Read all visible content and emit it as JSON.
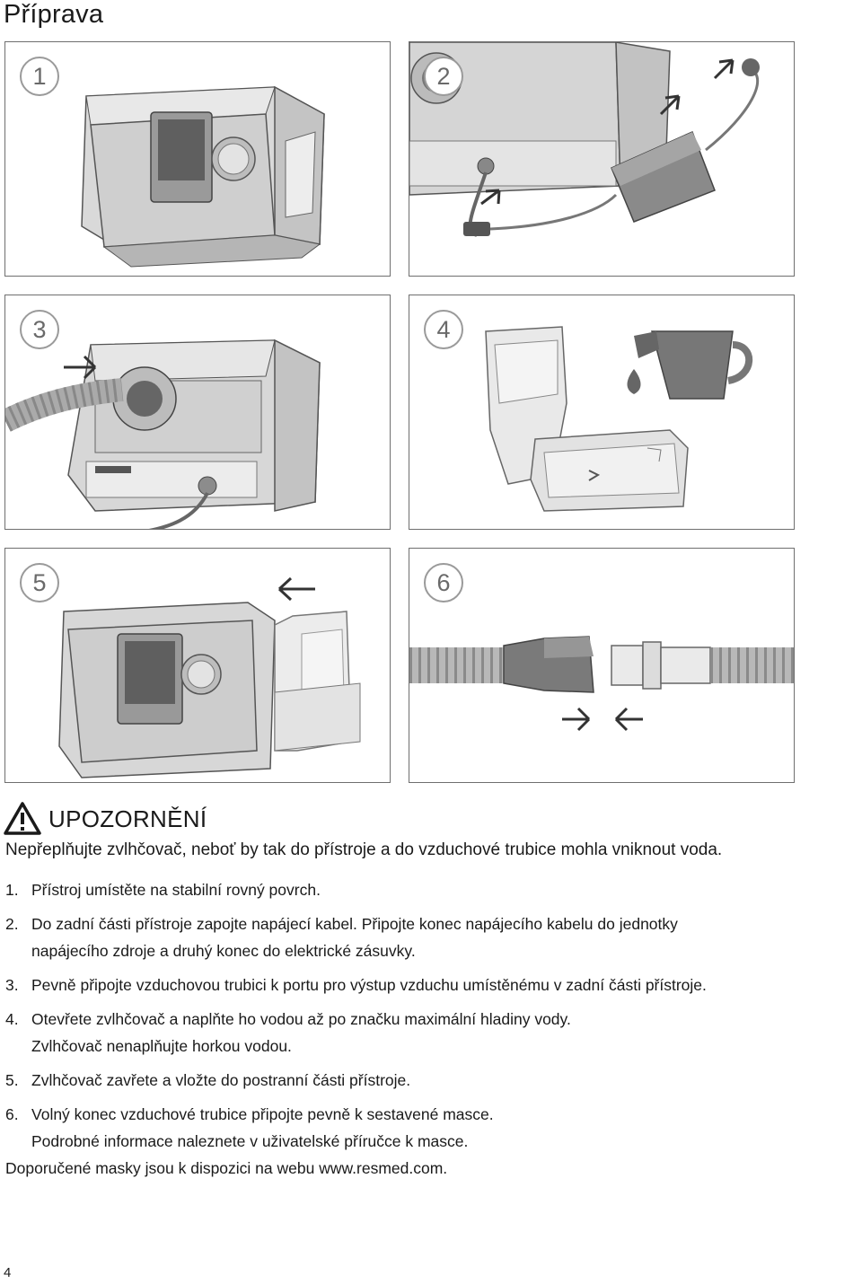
{
  "page": {
    "title": "Příprava",
    "page_number": "4"
  },
  "figures": [
    {
      "step": "1",
      "icon": "cpap-device-front-illustration"
    },
    {
      "step": "2",
      "icon": "power-cable-connection-illustration"
    },
    {
      "step": "3",
      "icon": "air-tube-connection-illustration"
    },
    {
      "step": "4",
      "icon": "humidifier-filling-illustration"
    },
    {
      "step": "5",
      "icon": "humidifier-insertion-illustration"
    },
    {
      "step": "6",
      "icon": "tube-mask-connection-illustration"
    }
  ],
  "warning": {
    "icon": "warning-triangle-icon",
    "title": "UPOZORNĚNÍ",
    "text": "Nepřeplňujte zvlhčovač, neboť by tak do přístroje a do vzduchové trubice mohla vniknout voda."
  },
  "steps": [
    {
      "num": "1.",
      "lines": [
        "Přístroj umístěte na stabilní rovný povrch."
      ]
    },
    {
      "num": "2.",
      "lines": [
        "Do zadní části přístroje zapojte napájecí kabel. Připojte konec napájecího kabelu do jednotky",
        "napájecího zdroje a druhý konec do elektrické zásuvky."
      ]
    },
    {
      "num": "3.",
      "lines": [
        "Pevně připojte vzduchovou trubici k portu pro výstup vzduchu umístěnému v zadní části přístroje."
      ]
    },
    {
      "num": "4.",
      "lines": [
        "Otevřete zvlhčovač a naplňte ho vodou až po značku maximální hladiny vody.",
        "Zvlhčovač nenaplňujte horkou vodou."
      ]
    },
    {
      "num": "5.",
      "lines": [
        "Zvlhčovač zavřete a vložte do postranní části přístroje."
      ]
    },
    {
      "num": "6.",
      "lines": [
        "Volný konec vzduchové trubice připojte pevně k sestavené masce.",
        "Podrobné informace naleznete v uživatelské příručce k masce."
      ]
    }
  ],
  "footer": {
    "text": "Doporučené masky jsou k dispozici na webu www.resmed.com."
  }
}
